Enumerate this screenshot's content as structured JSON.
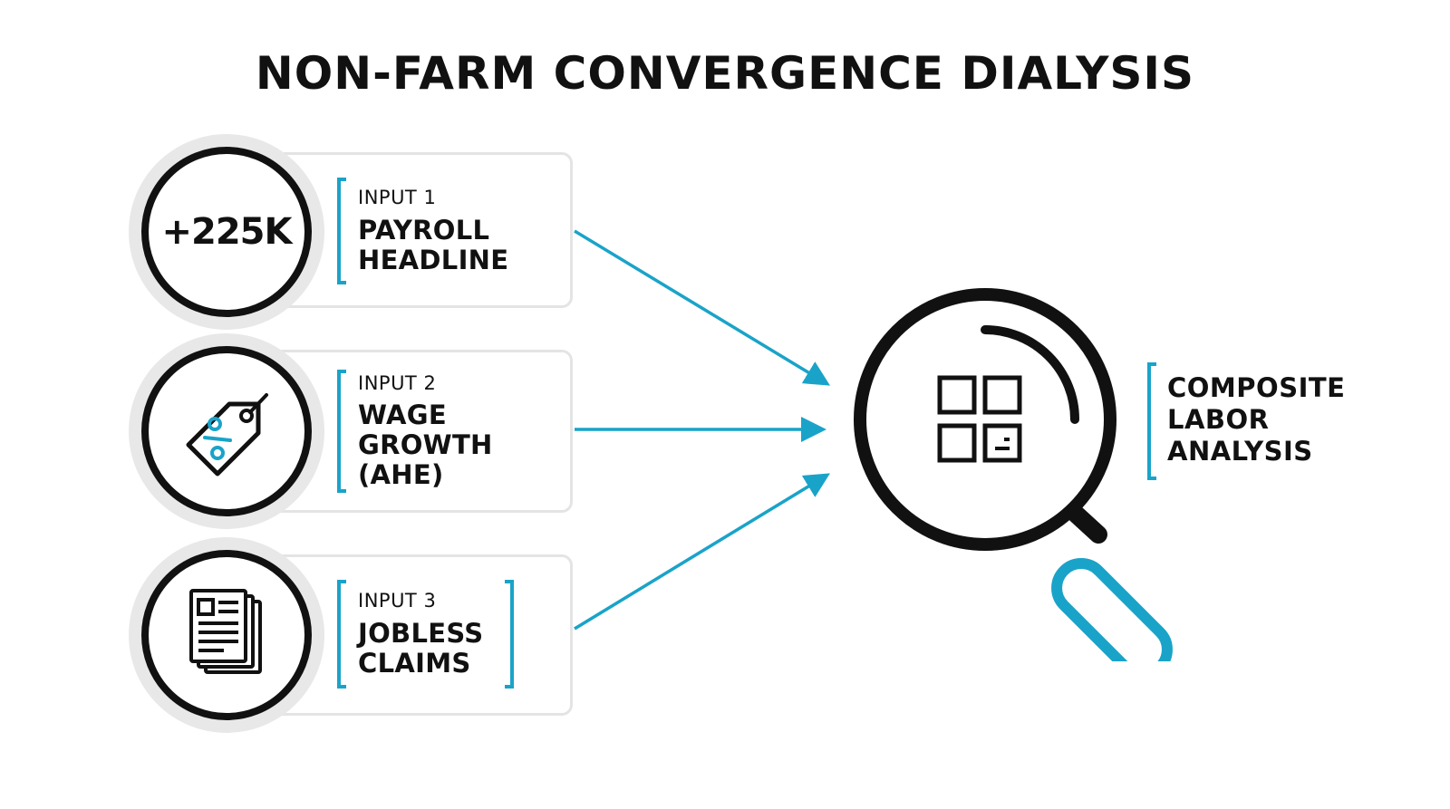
{
  "title": "NON-FARM CONVERGENCE DIALYSIS",
  "accent_color": "#1aa3c9",
  "inputs": [
    {
      "label": "INPUT 1",
      "name": "PAYROLL\nHEADLINE",
      "badge": "+225K",
      "icon": "number-badge"
    },
    {
      "label": "INPUT 2",
      "name": "WAGE\nGROWTH\n(AHE)",
      "icon": "price-tag-percent-icon"
    },
    {
      "label": "INPUT 3",
      "name": "JOBLESS\nCLAIMS",
      "icon": "newspaper-icon"
    }
  ],
  "output": {
    "name": "COMPOSITE\nLABOR\nANALYSIS",
    "icon": "magnifying-glass-dashboard-icon"
  }
}
